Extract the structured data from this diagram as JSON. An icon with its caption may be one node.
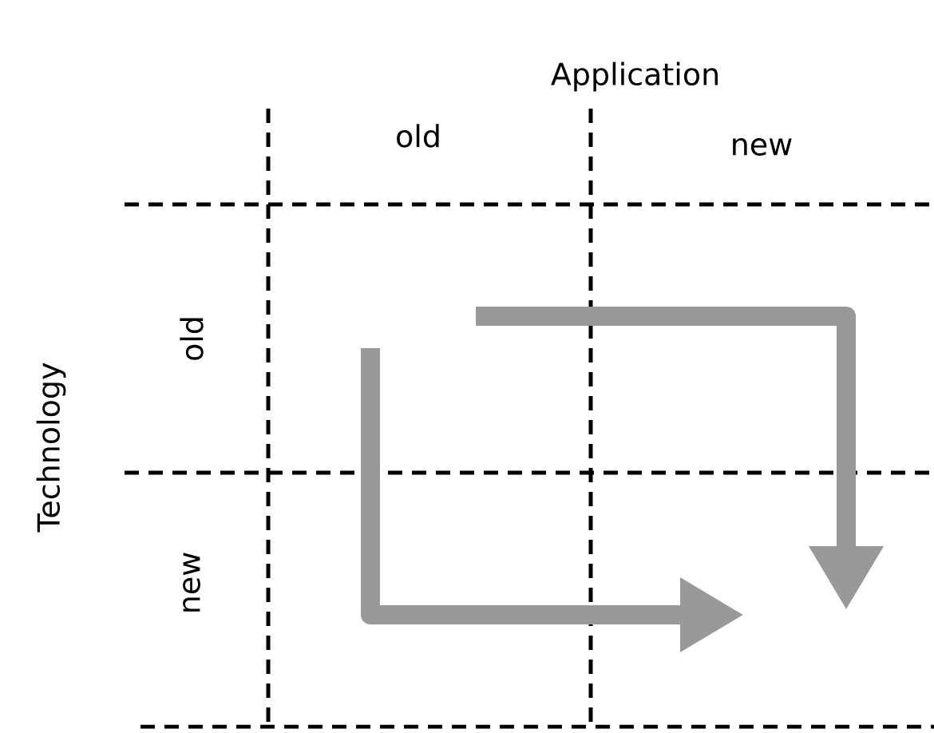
{
  "diagram": {
    "labels": [
      "Application",
      "old",
      "new",
      "Technology",
      "old",
      "new"
    ]
  }
}
